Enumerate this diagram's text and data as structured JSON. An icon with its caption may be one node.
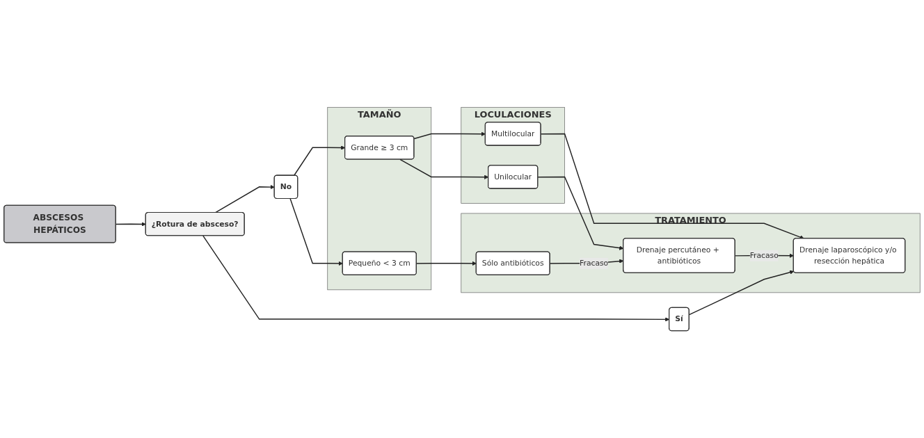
{
  "diagram": {
    "nodes": [
      {
        "text": [
          "ABSCESOS HEPÁTICOS"
        ]
      },
      {
        "text": [
          "¿Rotura de absceso?"
        ]
      },
      {
        "text": [
          "No"
        ]
      },
      {
        "text": [
          "TAMAÑO"
        ]
      },
      {
        "text": [
          "Pequeño < 3 cm"
        ],
        "in": 3
      },
      {
        "text": [
          "Grande ≥ 3 cm"
        ],
        "in": 3
      },
      {
        "text": [
          "LOCULACIONES"
        ]
      },
      {
        "text": [
          "Unilocular"
        ],
        "in": 6
      },
      {
        "text": [
          "Multilocular"
        ],
        "in": 6
      },
      {
        "text": [
          "TRATAMIENTO"
        ]
      },
      {
        "text": [
          "Sólo antibióticos"
        ],
        "in": 9
      },
      {
        "text": [
          "Drenaje percutáneo + antibióticos"
        ],
        "in": 9
      },
      {
        "text": [
          "Drenaje laparoscópico y/o resección hepática"
        ],
        "in": 9
      },
      {
        "text": [
          "Sí"
        ]
      }
    ],
    "edges": [
      {
        "from": 0,
        "to": 1,
        "arrow": "to"
      },
      {
        "from": 1,
        "to": 2,
        "arrow": "to"
      },
      {
        "from": 2,
        "to": 4,
        "arrow": "to"
      },
      {
        "from": 2,
        "to": 5,
        "arrow": "to"
      },
      {
        "from": 1,
        "to": 13,
        "arrow": "to"
      },
      {
        "from": 4,
        "to": 10,
        "arrow": "to"
      },
      {
        "from": 5,
        "to": 7,
        "arrow": "to"
      },
      {
        "from": 5,
        "to": 8,
        "arrow": "to"
      },
      {
        "from": 7,
        "to": 11,
        "arrow": "to"
      },
      {
        "from": 8,
        "to": 12,
        "arrow": "to"
      },
      {
        "from": 10,
        "to": 11,
        "label": "Fracaso",
        "arrow": "to"
      },
      {
        "from": 11,
        "to": 12,
        "label": "Fracaso",
        "arrow": "to"
      },
      {
        "from": 13,
        "to": 12,
        "arrow": "to"
      }
    ]
  }
}
